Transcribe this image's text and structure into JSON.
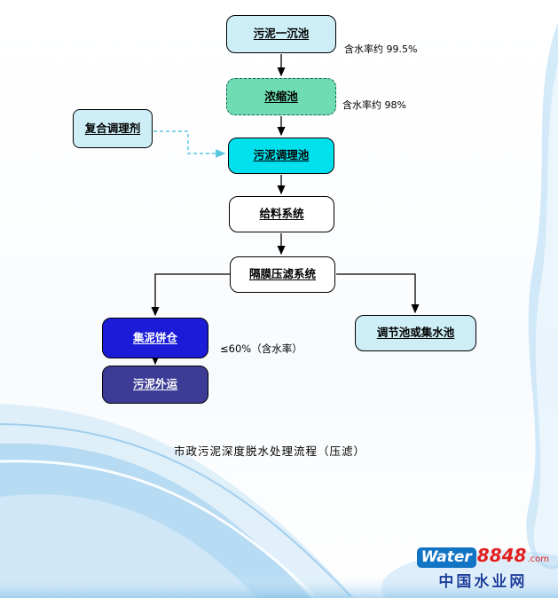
{
  "flowchart": {
    "nodes": {
      "primary_sedimentation": {
        "label": "污泥一沉池"
      },
      "thickening_tank": {
        "label": "浓缩池"
      },
      "compound_conditioner": {
        "label": "复合调理剂"
      },
      "conditioning_tank": {
        "label": "污泥调理池"
      },
      "feeding_system": {
        "label": "给料系统"
      },
      "diaphragm_filter_press": {
        "label": "隔膜压滤系统"
      },
      "mud_cake_silo": {
        "label": "集泥饼仓"
      },
      "sludge_outward_transport": {
        "label": "污泥外运"
      },
      "regulating_or_collecting_tank": {
        "label": "调节池或集水池"
      }
    },
    "annotations": {
      "moisture_99_5": "含水率约 99.5%",
      "moisture_98": "含水率约 98%",
      "moisture_60": "≤60%（含水率）"
    },
    "caption": "市政污泥深度脱水处理流程（压滤）",
    "colors": {
      "pale_cyan_node": "#cdeef6",
      "thickener_green": "#6fdcb4",
      "bright_cyan_node": "#00e1ed",
      "white_node": "#ffffff",
      "silo_blue": "#1b1bd8",
      "transport_navy": "#3c3c96",
      "connector_black": "#000000",
      "dashed_connector_cyan": "#58c5e0",
      "wave_blue": "#8cc6ec"
    }
  },
  "watermark": {
    "brand_water": "Water",
    "brand_number": "8848",
    "brand_domain": ".com",
    "site_name": "中国水业网"
  }
}
